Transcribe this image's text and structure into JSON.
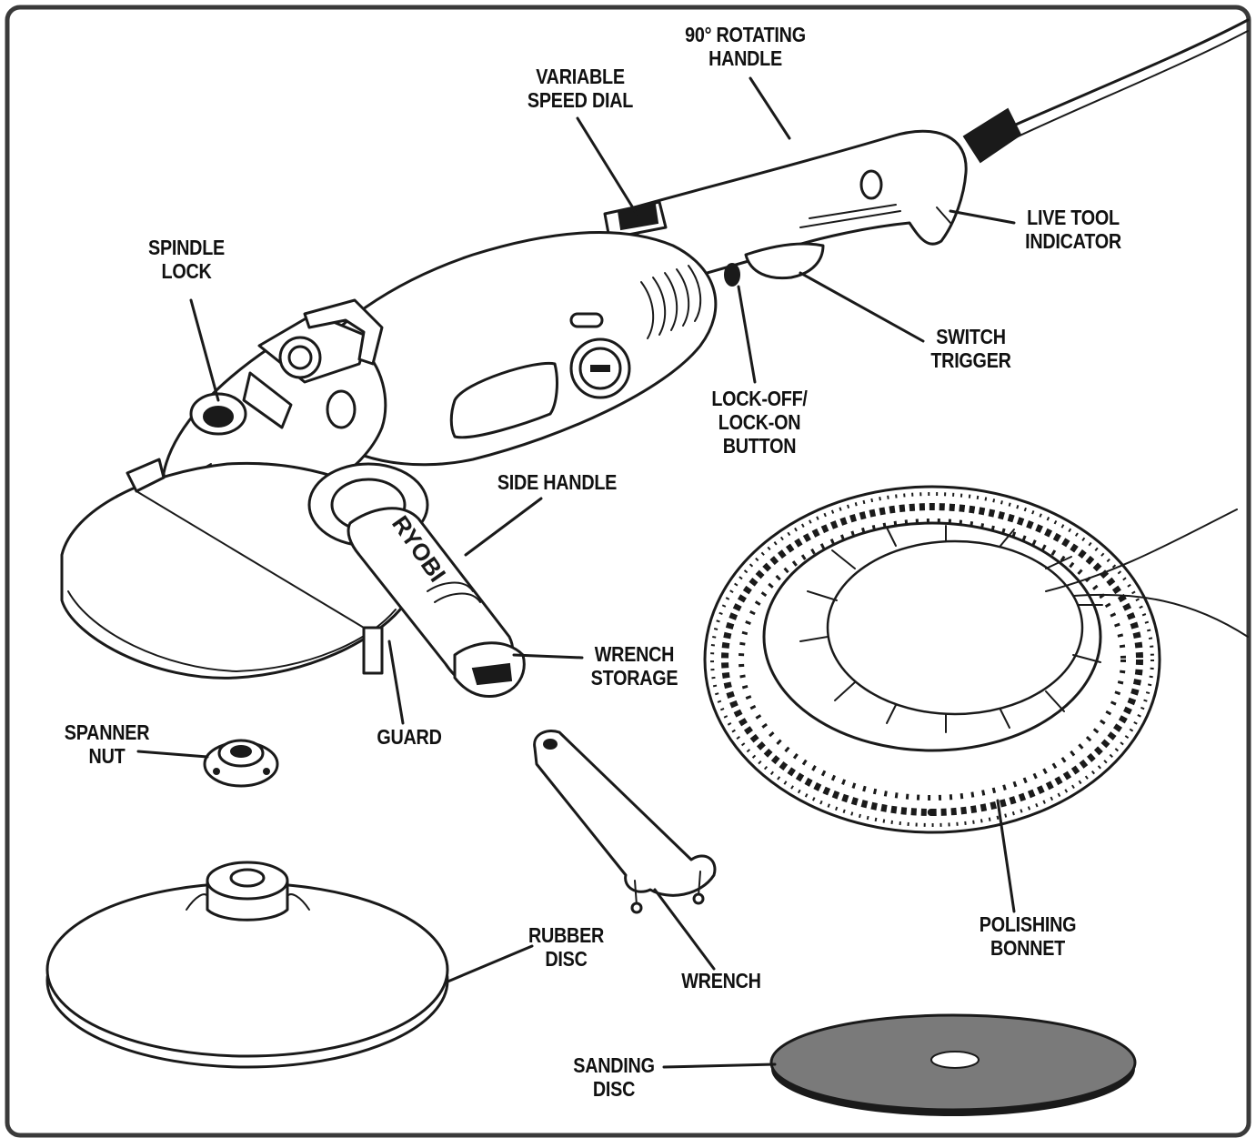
{
  "labels": {
    "rotating_handle": [
      "90° ROTATING",
      "HANDLE"
    ],
    "speed_dial": [
      "VARIABLE",
      "SPEED DIAL"
    ],
    "spindle_lock": [
      "SPINDLE",
      "LOCK"
    ],
    "live_tool": [
      "LIVE TOOL",
      "INDICATOR"
    ],
    "switch_trigger": [
      "SWITCH",
      "TRIGGER"
    ],
    "lock_button": [
      "LOCK-OFF/",
      "LOCK-ON",
      "BUTTON"
    ],
    "side_handle": [
      "SIDE HANDLE"
    ],
    "wrench_storage": [
      "WRENCH",
      "STORAGE"
    ],
    "guard": [
      "GUARD"
    ],
    "spanner_nut": [
      "SPANNER",
      "NUT"
    ],
    "rubber_disc": [
      "RUBBER",
      "DISC"
    ],
    "wrench": [
      "WRENCH"
    ],
    "polishing_bonnet": [
      "POLISHING",
      "BONNET"
    ],
    "sanding_disc": [
      "SANDING",
      "DISC"
    ]
  },
  "brand_text": "RYOBI",
  "colors": {
    "line": "#1a1a1a",
    "sanding_disc_fill": "#7a7a7a",
    "frame": "#3a3a3a"
  }
}
